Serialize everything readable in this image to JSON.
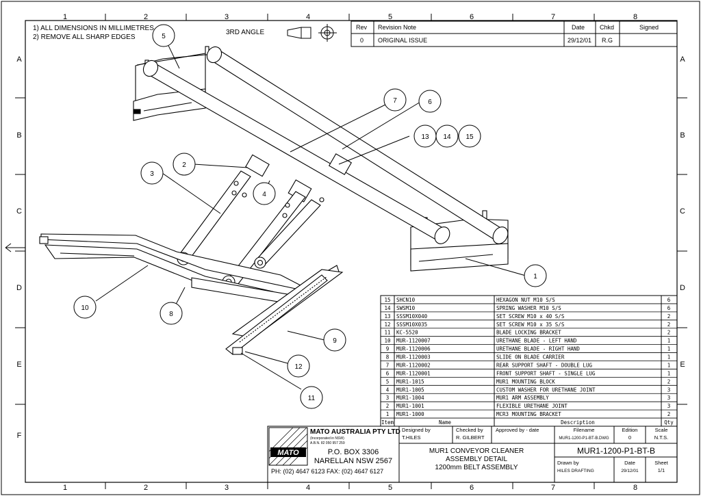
{
  "border": {
    "columns": [
      "1",
      "2",
      "3",
      "4",
      "5",
      "6",
      "7",
      "8"
    ],
    "rows": [
      "A",
      "B",
      "C",
      "D",
      "E",
      "F"
    ]
  },
  "notes": [
    "1) ALL DIMENSIONS IN MILLIMETRES",
    "2) REMOVE ALL SHARP EDGES"
  ],
  "projection": "3RD ANGLE",
  "revision": {
    "headers": [
      "Rev",
      "Revision Note",
      "Date",
      "Chkd",
      "Signed"
    ],
    "rows": [
      [
        "0",
        "ORIGINAL ISSUE",
        "29/12/01",
        "R.G",
        ""
      ]
    ]
  },
  "balloons": [
    "1",
    "2",
    "3",
    "4",
    "5",
    "6",
    "7",
    "8",
    "9",
    "10",
    "11",
    "12",
    "13",
    "14",
    "15"
  ],
  "bom": {
    "header": {
      "item": "Item",
      "name": "Name",
      "description": "Description",
      "qty": "Qty"
    },
    "rows": [
      {
        "item": "15",
        "name": "SHCN10",
        "description": "HEXAGON NUT M10 S/S",
        "qty": "6"
      },
      {
        "item": "14",
        "name": "SWSM10",
        "description": "SPRING WASHER M10 S/S",
        "qty": "6"
      },
      {
        "item": "13",
        "name": "SSSM10X040",
        "description": "SET SCREW M10 x 40 S/S",
        "qty": "2"
      },
      {
        "item": "12",
        "name": "SSSM10X035",
        "description": "SET SCREW M10 x 35 S/S",
        "qty": "2"
      },
      {
        "item": "11",
        "name": "KC-5520",
        "description": "BLADE LOCKING BRACKET",
        "qty": "2"
      },
      {
        "item": "10",
        "name": "MUR-1120007",
        "description": "URETHANE BLADE - LEFT HAND",
        "qty": "1"
      },
      {
        "item": "9",
        "name": "MUR-1120006",
        "description": "URETHANE BLADE - RIGHT HAND",
        "qty": "1"
      },
      {
        "item": "8",
        "name": "MUR-1120003",
        "description": "SLIDE ON BLADE CARRIER",
        "qty": "1"
      },
      {
        "item": "7",
        "name": "MUR-1120002",
        "description": "REAR SUPPORT SHAFT - DOUBLE LUG",
        "qty": "1"
      },
      {
        "item": "6",
        "name": "MUR-1120001",
        "description": "FRONT SUPPORT SHAFT - SINGLE LUG",
        "qty": "1"
      },
      {
        "item": "5",
        "name": "MUR1-1015",
        "description": "MUR1 MOUNTING BLOCK",
        "qty": "2"
      },
      {
        "item": "4",
        "name": "MUR1-1005",
        "description": "CUSTOM WASHER FOR URETHANE JOINT",
        "qty": "3"
      },
      {
        "item": "3",
        "name": "MUR1-1004",
        "description": "MUR1 ARM ASSEMBLY",
        "qty": "3"
      },
      {
        "item": "2",
        "name": "MUR1-1001",
        "description": "FLEXIBLE URETHANE JOINT",
        "qty": "3"
      },
      {
        "item": "1",
        "name": "MUR1-1000",
        "description": "MCR3 MOUNTING BRACKET",
        "qty": "2"
      }
    ]
  },
  "company": {
    "name": "MATO AUSTRALIA PTY LTD",
    "incorporated": "(Incorporated in NSW)",
    "abn": "A.B.N. 82 050 957 259",
    "logo": "MATO",
    "po_box": "P.O. BOX 3306",
    "city": "NARELLAN NSW 2567",
    "phone_fax": "PH: (02) 4647 6123   FAX: (02) 4647 6127"
  },
  "title_block": {
    "designed_label": "Designed by",
    "designed_value": "T.HILES",
    "checked_label": "Checked by",
    "checked_value": "R. GILBERT",
    "approved_label": "Approved by - date",
    "approved_value": "",
    "filename_label": "Filename",
    "filename_value": "MUR1-1200-P1-BT-B.DWG",
    "edition_label": "Edition",
    "edition_value": "0",
    "scale_label": "Scale",
    "scale_value": "N.T.S.",
    "title_lines": [
      "MUR1 CONVEYOR CLEANER",
      "ASSEMBLY DETAIL",
      "1200mm BELT ASSEMBLY"
    ],
    "drawing_number": "MUR1-1200-P1-BT-B",
    "drawn_label": "Drawn by",
    "drawn_value": "HILES DRAFTING",
    "date_label": "Date",
    "date_value": "29/12/01",
    "sheet_label": "Sheet",
    "sheet_value": "1/1"
  }
}
